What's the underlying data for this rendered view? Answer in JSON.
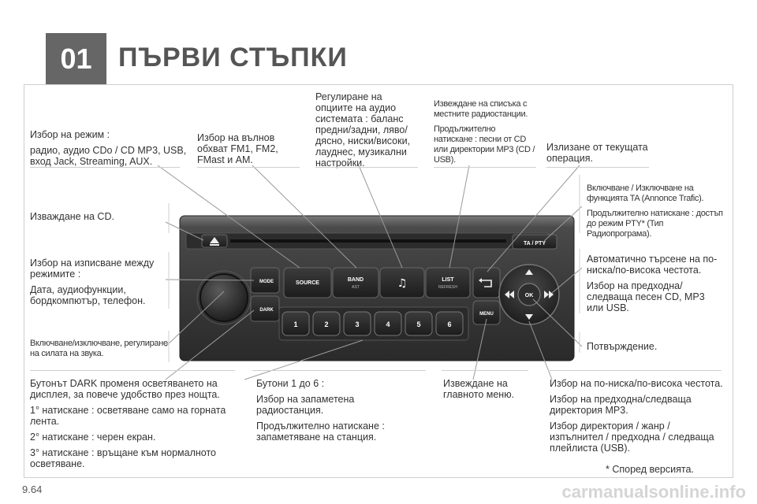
{
  "header": {
    "chapter": "01",
    "title": "ПЪРВИ СТЪПКИ"
  },
  "labels": {
    "mode_select": {
      "line1": "Избор на режим :",
      "line2": "радио, аудио CDo / CD MP3, USB, вход Jack, Streaming, AUX."
    },
    "waveband": "Избор на вълнов обхват FM1, FM2, FMast и AM.",
    "audio_options": "Регулиране на опциите на аудио системата : баланс предни/задни, ляво/ дясно, ниски/високи, лауднес, музикални настройки.",
    "station_list": {
      "line1": "Извеждане на списъка с местните радиостанции.",
      "line2": "Продължително натискане : песни от CD или директории MP3 (CD / USB)."
    },
    "exit_operation": "Излизане от текущата операция.",
    "ta_pty": {
      "line1": "Включване / Изключване на функцията TA (Annonce Trafic).",
      "line2": "Продължително натискане : достъп до режим PTY* (Тип Радиопрограма)."
    },
    "eject_cd": "Изваждане на CD.",
    "display_mode": {
      "line1": "Избор на изписване между режимите :",
      "line2": "Дата, аудиофункции, бордкомпютър, телефон."
    },
    "auto_search": {
      "line1": "Автоматично търсене на по- ниска/по-висока честота.",
      "line2": "Избор на предходна/ следваща песен CD, MP3 или USB."
    },
    "power_volume": "Включване/изключване, регулиране на силата на звука.",
    "confirm": "Потвърждение.",
    "dark_button": {
      "line1": "Бутонът DARK променя осветяването на дисплея, за повече удобство през нощта.",
      "line2": "1° натискане : осветяване само на горната лента.",
      "line3": "2° натискане : черен екран.",
      "line4": "3° натискане : връщане към нормалното осветяване."
    },
    "preset_buttons": {
      "line1": "Бутони 1 до 6 :",
      "line2": "Избор на запаметена радиостанция.",
      "line3": "Продължително натискане : запаметяване на станция."
    },
    "main_menu": "Извеждане на главното меню.",
    "frequency_select": {
      "line1": "Избор на по-ниска/по-висока честота.",
      "line2": "Избор на предходна/следваща директория MP3.",
      "line3": "Избор директория / жанр / изпълнител / предходна / следваща плейлиста (USB)."
    }
  },
  "radio": {
    "ta_pty_label": "TA / PTY",
    "mode_label": "MODE",
    "dark_label": "DARK",
    "source_label": "SOURCE",
    "band_label": "BAND",
    "band_sub": "AST",
    "note_icon": "music-note-icon",
    "list_label": "LIST",
    "list_sub": "REFRESH",
    "back_icon": "back-arrow-icon",
    "menu_label": "MENU",
    "ok_label": "OK",
    "presets": [
      "1",
      "2",
      "3",
      "4",
      "5",
      "6"
    ]
  },
  "footnote": "* Според версията.",
  "page_number": "9.64",
  "watermark": "carmanualsonline.info"
}
